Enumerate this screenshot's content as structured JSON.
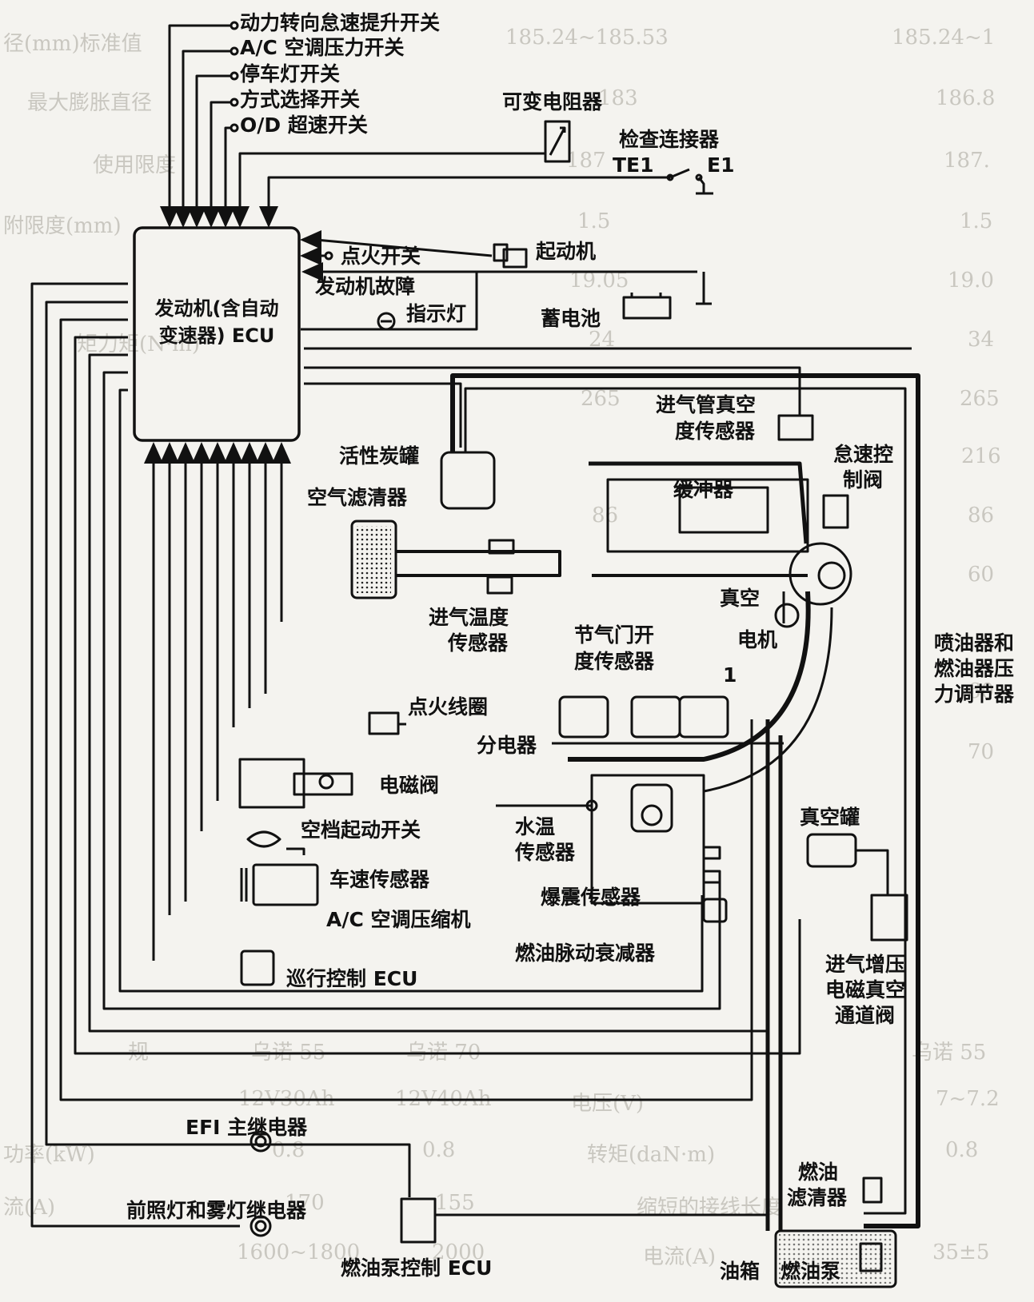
{
  "background_table": [
    "径(mm)标准值",
    "185.24~185.53",
    "185.24~1",
    "最大膨胀直径",
    "183",
    "186.8",
    "使用限度",
    "187",
    "187.",
    "附限度(mm)",
    "1.5",
    "1.5",
    "19.05",
    "19.0",
    "矩力矩(N·m)",
    "24",
    "34",
    "265",
    "265",
    "216",
    "86",
    "86",
    "60",
    "60",
    "70",
    "规",
    "乌诺 55",
    "乌诺 70",
    "乌诺 55",
    "12V30Ah",
    "12V40Ah",
    "电压(V)",
    "7~7.2",
    "功率(kW)",
    "0.8",
    "0.8",
    "转矩(daN·m)",
    "0.8",
    "流(A)",
    "170",
    "155",
    "缩短的接线长度",
    "1600~1800",
    "2000",
    "电流(A)",
    "35±5"
  ],
  "ecu": {
    "line1": "发动机(含自动",
    "line2": "变速器) ECU"
  },
  "labels": {
    "ps_idle_switch": "动力转向怠速提升开关",
    "ac_pressure_switch": "A/C 空调压力开关",
    "stop_lamp_switch": "停车灯开关",
    "mode_select_switch": "方式选择开关",
    "od_switch": "O/D 超速开关",
    "variable_resistor": "可变电阻器",
    "check_connector": "检查连接器",
    "te1": "TE1",
    "e1": "E1",
    "ignition_switch": "点火开关",
    "starter": "起动机",
    "engine_fault": "发动机故障",
    "indicator_lamp": "指示灯",
    "battery": "蓄电池",
    "map_sensor_1": "进气管真空",
    "map_sensor_2": "度传感器",
    "isc_valve_1": "怠速控",
    "isc_valve_2": "制阀",
    "charcoal_canister": "活性炭罐",
    "damper": "缓冲器",
    "air_cleaner": "空气滤清器",
    "vacuum": "真空",
    "motor": "电机",
    "intake_temp_1": "进气温度",
    "intake_temp_2": "传感器",
    "throttle_sensor_1": "节气门开",
    "throttle_sensor_2": "度传感器",
    "marker_1": "1",
    "injector_1": "喷油器和",
    "injector_2": "燃油器压",
    "injector_3": "力调节器",
    "ignition_coil": "点火线圈",
    "distributor": "分电器",
    "solenoid_valve": "电磁阀",
    "neutral_start_switch": "空档起动开关",
    "water_temp_1": "水温",
    "water_temp_2": "传感器",
    "vacuum_tank": "真空罐",
    "speed_sensor": "车速传感器",
    "knock_sensor": "爆震传感器",
    "ac_compressor": "A/C 空调压缩机",
    "fuel_pulsation_damper": "燃油脉动衰减器",
    "cruise_ecu": "巡行控制 ECU",
    "turbo_vsv_1": "进气增压",
    "turbo_vsv_2": "电磁真空",
    "turbo_vsv_3": "通道阀",
    "efi_main_relay": "EFI 主继电器",
    "fuel_filter_1": "燃油",
    "fuel_filter_2": "滤清器",
    "headlight_relay": "前照灯和雾灯继电器",
    "fuel_pump_ecu": "燃油泵控制 ECU",
    "fuel_tank": "油箱",
    "fuel_pump": "燃油泵"
  }
}
